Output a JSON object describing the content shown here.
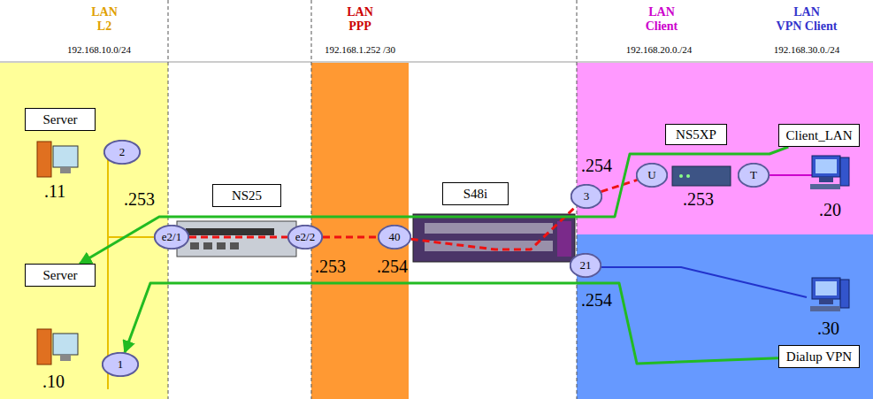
{
  "diagram": {
    "nodes": [
      {
        "text": [
          "Server"
        ]
      },
      {
        "text": [
          "2"
        ]
      },
      {
        "text": [
          "Server"
        ]
      },
      {
        "text": [
          "1"
        ]
      },
      {
        "text": [
          "NS25"
        ]
      },
      {
        "text": [
          "e2/1"
        ]
      },
      {
        "text": [
          "e2/2"
        ]
      },
      {
        "text": [
          "S48i"
        ]
      },
      {
        "text": [
          "40"
        ]
      },
      {
        "text": [
          "3"
        ]
      },
      {
        "text": [
          "NS5XP"
        ]
      },
      {
        "text": [
          "Client_LAN"
        ]
      },
      {
        "text": [
          "U"
        ]
      },
      {
        "text": [
          "T"
        ]
      },
      {
        "text": [
          "21"
        ]
      },
      {
        "text": [
          "Dialup VPN"
        ]
      }
    ],
    "edges": [
      {
        "from": 5,
        "to": 6,
        "arrow": "none"
      },
      {
        "from": 6,
        "to": 8,
        "arrow": "none"
      },
      {
        "from": 8,
        "to": 9,
        "arrow": "none"
      },
      {
        "from": 9,
        "to": 12,
        "arrow": "none"
      },
      {
        "from": 11,
        "to": 2,
        "arrow": "to"
      },
      {
        "from": 15,
        "to": 3,
        "arrow": "to"
      }
    ],
    "labels": [
      "LAN",
      "L2",
      "192.168.10.0/24",
      "LAN",
      "PPP",
      "192.168.1.252 /30",
      "LAN",
      "Client",
      "192.168.20.0./24",
      "LAN",
      "VPN Client",
      "192.168.30.0./24",
      ".11",
      ".253",
      ".10",
      ".253",
      ".254",
      ".254",
      ".253",
      ".20",
      ".254",
      ".30"
    ]
  }
}
